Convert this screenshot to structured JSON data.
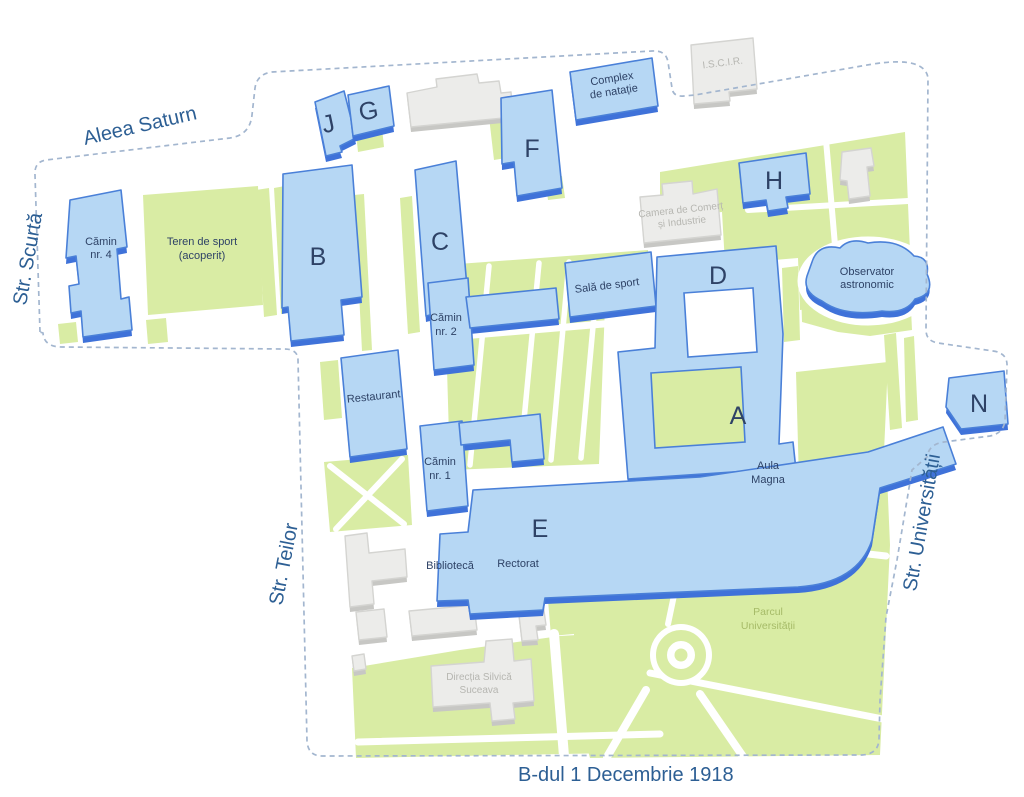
{
  "streets": {
    "aleea_saturn": "Aleea Saturn",
    "str_scurta": "Str. Scurtă",
    "str_teilor": "Str. Teilor",
    "str_universitatii": "Str. Universității",
    "bdul_1_decembrie": "B-dul 1 Decembrie 1918"
  },
  "letters": {
    "a": "A",
    "b": "B",
    "c": "C",
    "d": "D",
    "e": "E",
    "f": "F",
    "g": "G",
    "h": "H",
    "j": "J",
    "n": "N"
  },
  "buildings": {
    "camin4": {
      "line1": "Cămin",
      "line2": "nr. 4"
    },
    "camin2": {
      "line1": "Cămin",
      "line2": "nr. 2"
    },
    "camin1": {
      "line1": "Cămin",
      "line2": "nr. 1"
    },
    "restaurant": "Restaurant",
    "complex_natatie": {
      "line1": "Complex",
      "line2": "de natație"
    },
    "sala_sport": "Sală de sport",
    "aula_magna": {
      "line1": "Aula",
      "line2": "Magna"
    },
    "observator": {
      "line1": "Observator",
      "line2": "astronomic"
    },
    "biblioteca": "Bibliotecă",
    "rectorat": "Rectorat"
  },
  "gray_buildings": {
    "iscir": "I.S.C.I.R.",
    "camera_comert": {
      "line1": "Camera de Comerț",
      "line2": "și Industrie"
    },
    "directia_silvica": {
      "line1": "Direcția Silvică",
      "line2": "Suceava"
    }
  },
  "areas": {
    "teren_sport": {
      "line1": "Teren de sport",
      "line2": "(acoperit)"
    },
    "parcul": {
      "line1": "Parcul",
      "line2": "Universității"
    }
  },
  "colors": {
    "building_fill": "#b6d7f4",
    "building_stroke": "#4a80d8",
    "building_shadow": "#3f72d9",
    "green_area": "#d9eca4",
    "gray_fill": "#ececea",
    "gray_shadow": "#c7c7c4",
    "label_navy": "#2e4266",
    "label_gray": "#b6b6b1",
    "label_park_green": "#a6bb68",
    "street_label": "#2d5f94",
    "boundary_dash": "#a3b6cf",
    "background": "#ffffff"
  }
}
